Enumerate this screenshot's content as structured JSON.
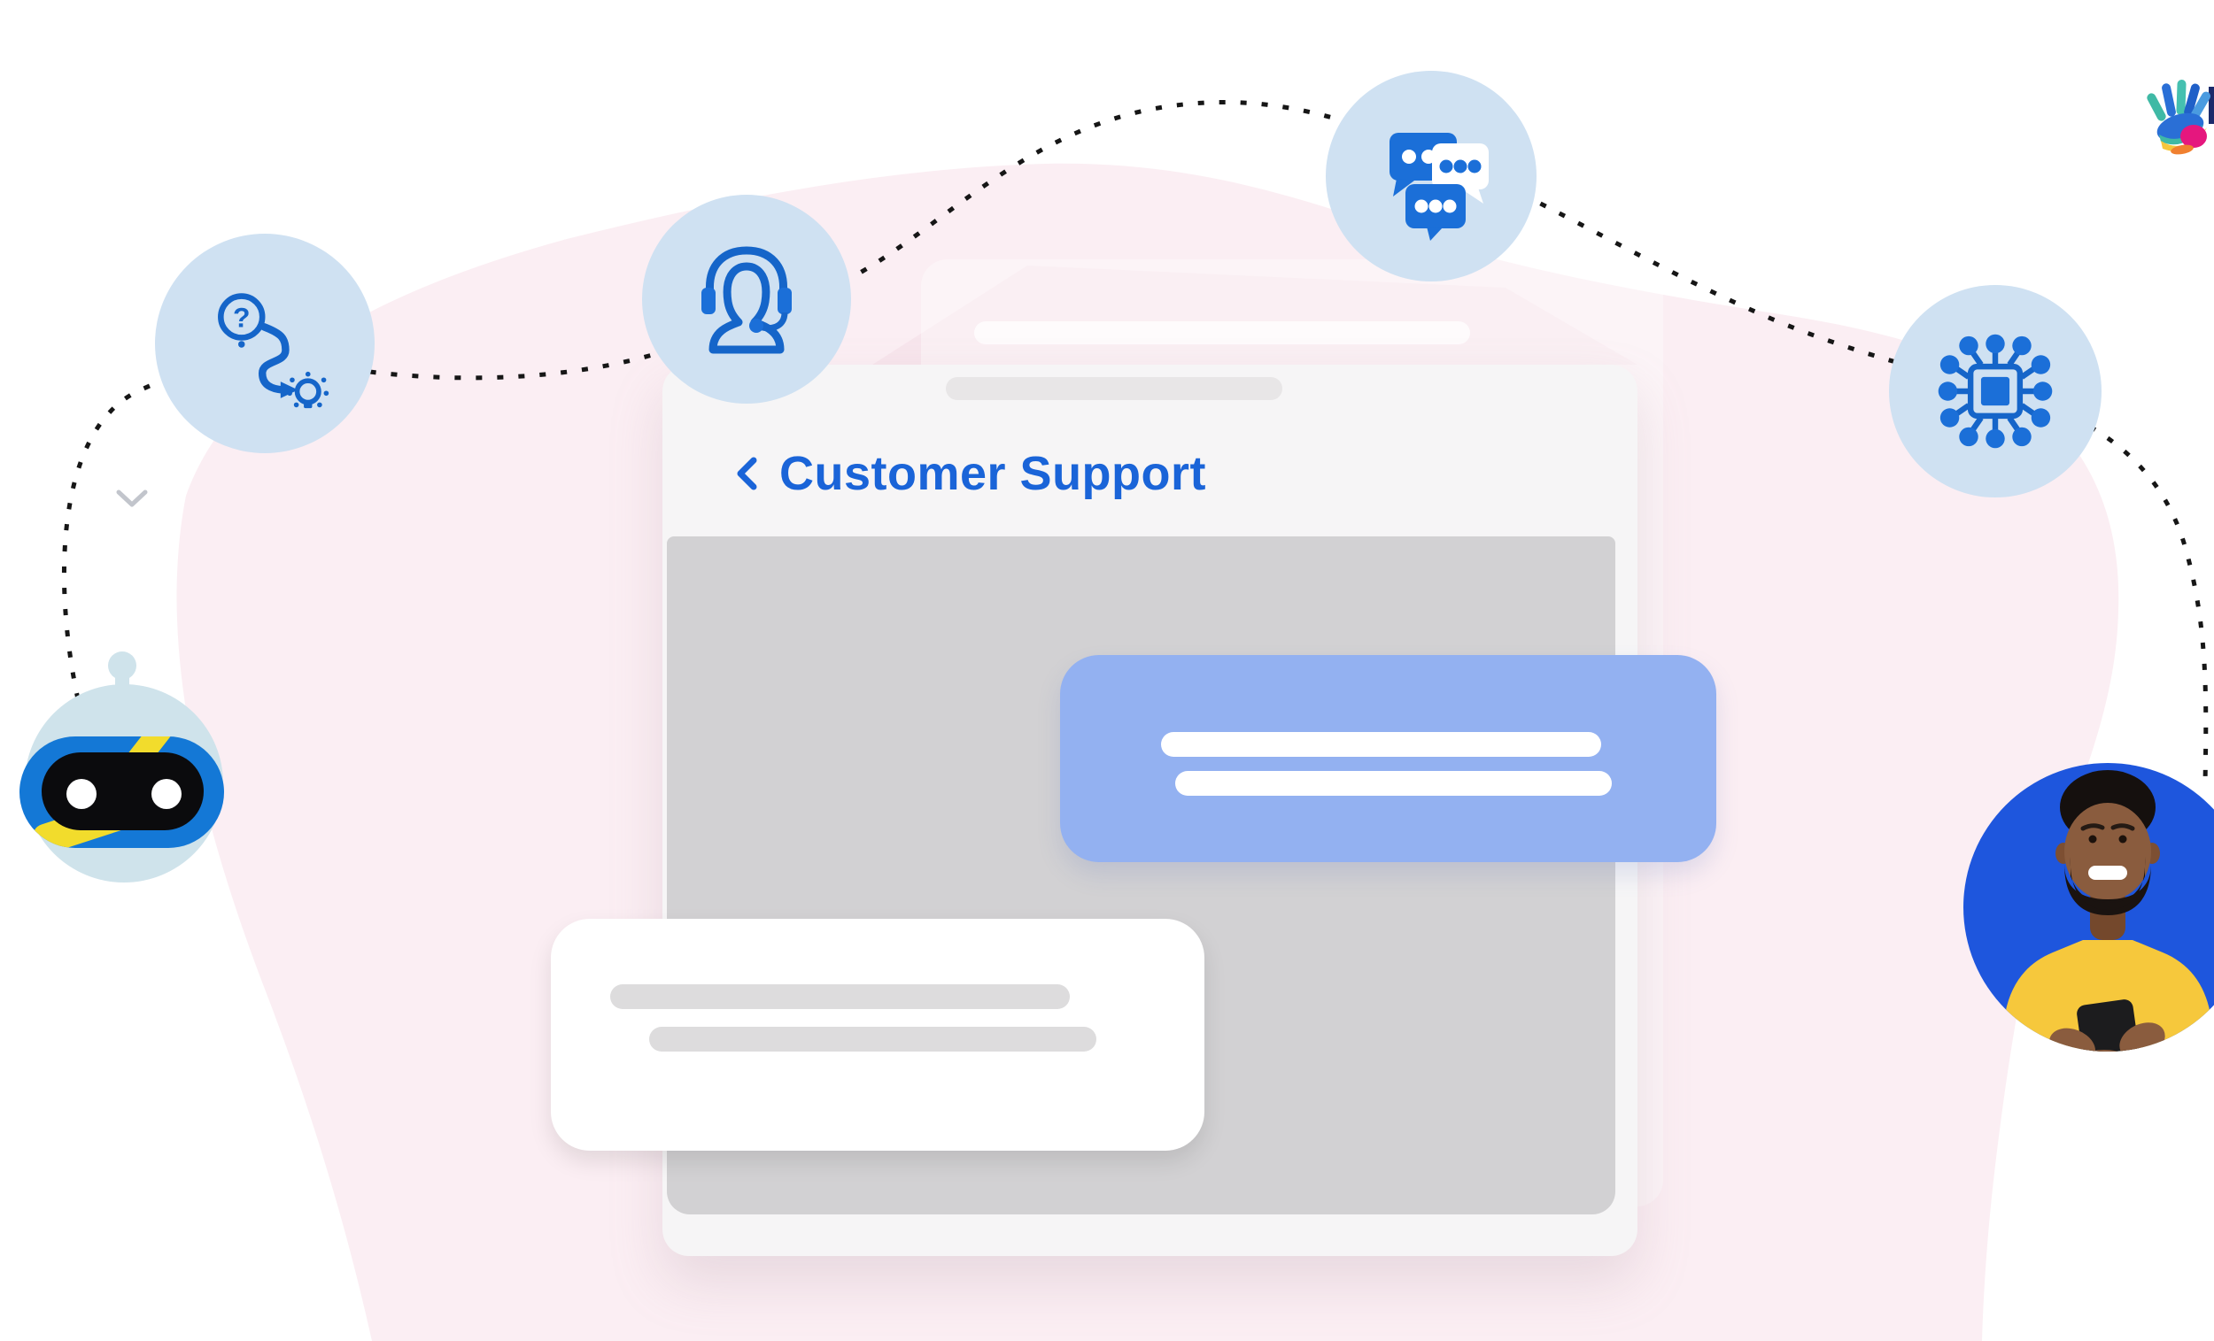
{
  "chat_window": {
    "title": "Customer Support",
    "back_chevron_icon": "back-chevron",
    "agent_bubble_lines": 2,
    "user_bubble_lines": 2
  },
  "glyphs": {
    "question_mark": "?"
  },
  "icons": [
    {
      "name": "question-route-idea-icon",
      "meaning": "question leading to idea (lightbulb)"
    },
    {
      "name": "support-agent-headset-icon",
      "meaning": "customer support agent with headset"
    },
    {
      "name": "chat-conversation-icon",
      "meaning": "three chat bubbles conversation"
    },
    {
      "name": "ai-chip-circuit-icon",
      "meaning": "AI processor chip with circuit leads"
    },
    {
      "name": "robot-head-icon",
      "meaning": "chatbot robot head"
    },
    {
      "name": "hand-logo",
      "meaning": "colorful hand brand logo, cut off at edge"
    }
  ],
  "colors": {
    "accent_blue": "#1a64d8",
    "icon_blue": "#1565c9",
    "icon_blue2": "#1b6fd8",
    "bubble_blue": "#93b1f1",
    "circle_light_blue": "#cfe1f2",
    "pink_blob": "#fbeef3",
    "pink_wedge": "#f6e2ea",
    "window_bg": "#f6f5f6",
    "chat_body": "#d2d1d3",
    "handle_gray": "#e8e6e7",
    "line_gray": "#dddcdd",
    "dash_black": "#161616",
    "man_circle_blue": "#1e56dd",
    "shirt_yellow": "#f6c83c",
    "skin_brown": "#8a5c3e",
    "robot_visor_blue": "#1478d6",
    "robot_head_blue": "#cfe3eb",
    "robot_accent_yellow": "#f2dc2c"
  }
}
